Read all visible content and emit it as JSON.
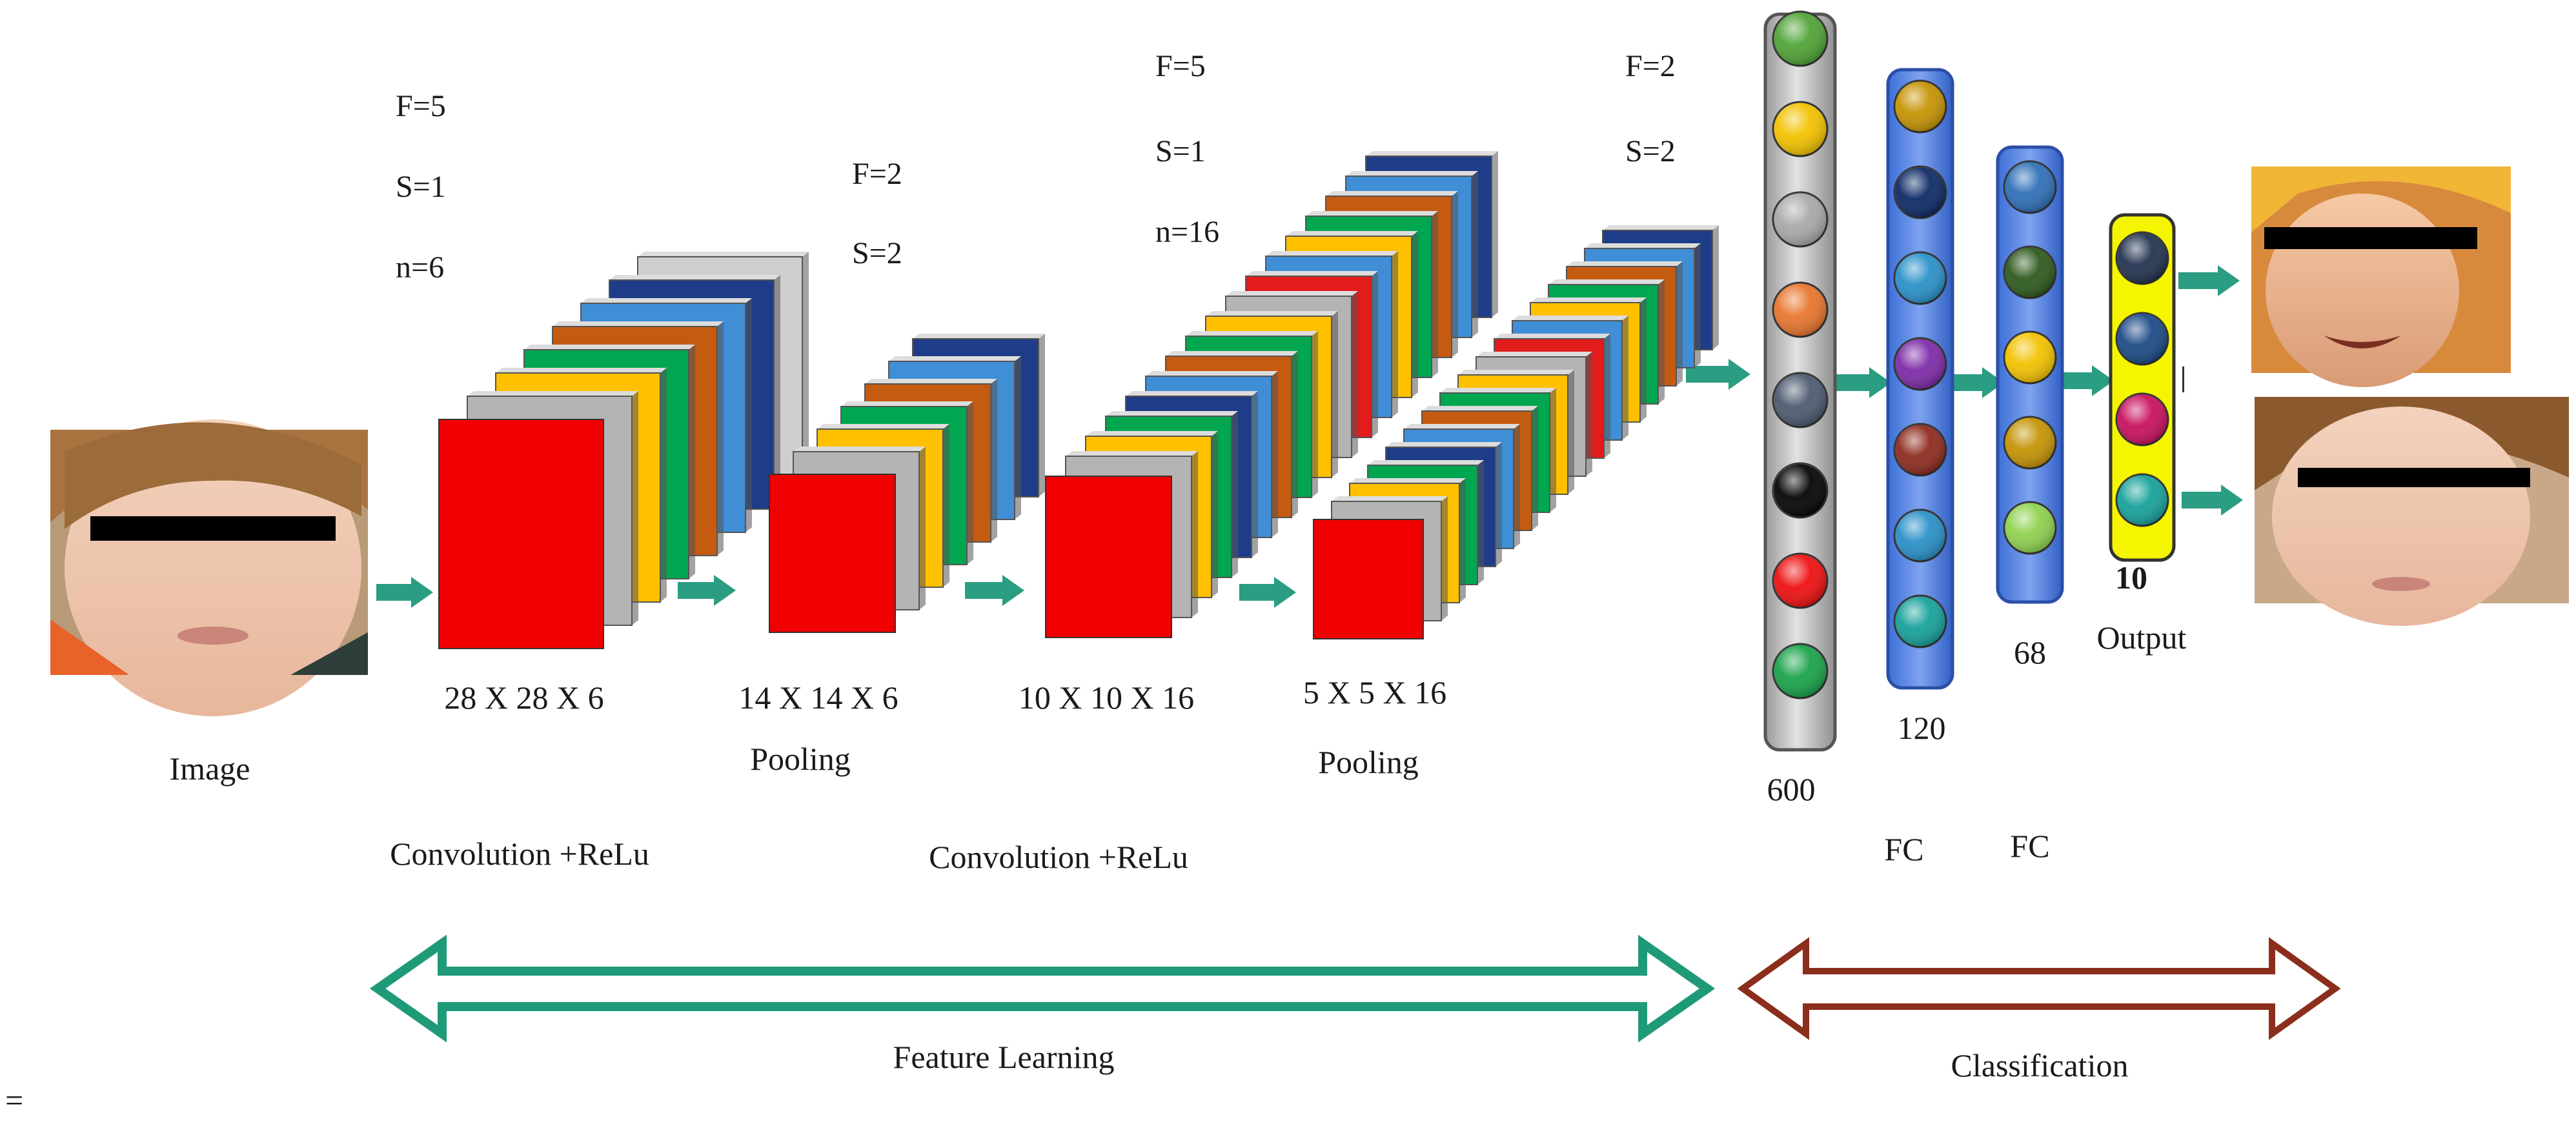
{
  "input_label": "Image",
  "stages": [
    {
      "params": [
        "F=5",
        "S=1",
        "n=6"
      ],
      "dims": "28 X 28 X 6",
      "caption": ""
    },
    {
      "params": [
        "F=2",
        "S=2"
      ],
      "dims": "14 X 14 X 6",
      "caption": "Pooling"
    },
    {
      "params": [
        "F=5",
        "S=1",
        "n=16"
      ],
      "dims": "10 X 10 X 16",
      "caption": ""
    },
    {
      "params": [
        "F=2",
        "S=2"
      ],
      "dims": "5 X 5 X 16",
      "caption": "Pooling"
    }
  ],
  "conv_captions": [
    "Convolution +ReLu",
    "Convolution +ReLu"
  ],
  "dense_layers": [
    {
      "units": "600",
      "type": "",
      "node_colors": [
        "#4fa336",
        "#f2c200",
        "#a9a9a9",
        "#e8752d",
        "#4d5a70",
        "#050505",
        "#ee1010",
        "#1aa24a"
      ]
    },
    {
      "units": "120",
      "type": "FC",
      "node_colors": [
        "#c59304",
        "#0e2a66",
        "#2a91c9",
        "#7d2ba8",
        "#8e2b1f",
        "#2a8fc7",
        "#17a19a"
      ]
    },
    {
      "units": "68",
      "type": "FC",
      "node_colors": [
        "#2f6fb8",
        "#2e5a1d",
        "#f2c200",
        "#c59304",
        "#8fd14f"
      ]
    },
    {
      "units": "10",
      "type": "",
      "node_colors": [
        "#233350",
        "#1d4a86",
        "#c8115e",
        "#17a19a"
      ]
    }
  ],
  "output_label": "Output",
  "bottom_labels": {
    "feature_learning": "Feature Learning",
    "classification": "Classification"
  },
  "colors": {
    "flow_arrow": "#2a9d82",
    "feature_arrow": "#1f9a78",
    "classification_arrow": "#8b2e1c",
    "map_front": "#f00000"
  },
  "edge_mark": "="
}
